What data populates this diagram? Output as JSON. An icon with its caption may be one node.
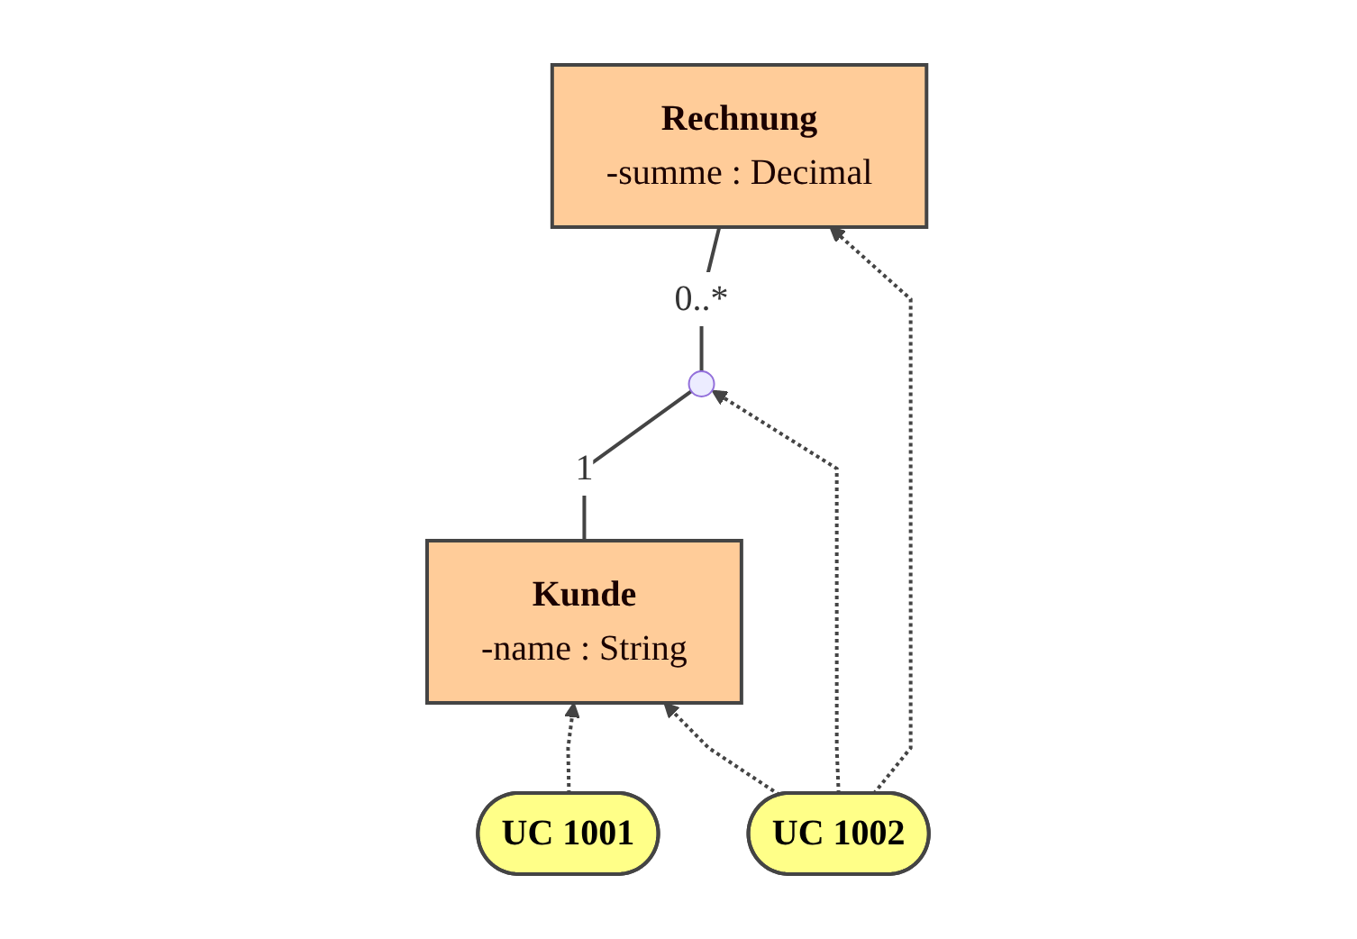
{
  "diagram": {
    "nodes": [
      {
        "text": [
          "Kunde",
          "-name : String"
        ]
      },
      {
        "text": [
          "Rechnung",
          "-summe : Decimal"
        ]
      },
      {
        "text": [
          "UC 1001"
        ]
      },
      {
        "text": [
          "UC 1002"
        ]
      },
      {
        "text": [],
        "shape": "point"
      }
    ],
    "edges": [
      {
        "from": 0,
        "to": 4,
        "arrow": "none",
        "label": "1"
      },
      {
        "from": 4,
        "to": 1,
        "arrow": "none",
        "label": "0..*"
      },
      {
        "from": 2,
        "to": 0,
        "arrow": "to",
        "style": "dashed"
      },
      {
        "from": 3,
        "to": 0,
        "arrow": "to",
        "style": "dashed"
      },
      {
        "from": 3,
        "to": 4,
        "arrow": "to",
        "style": "dashed"
      },
      {
        "from": 3,
        "to": 1,
        "arrow": "to",
        "style": "dashed"
      }
    ]
  }
}
